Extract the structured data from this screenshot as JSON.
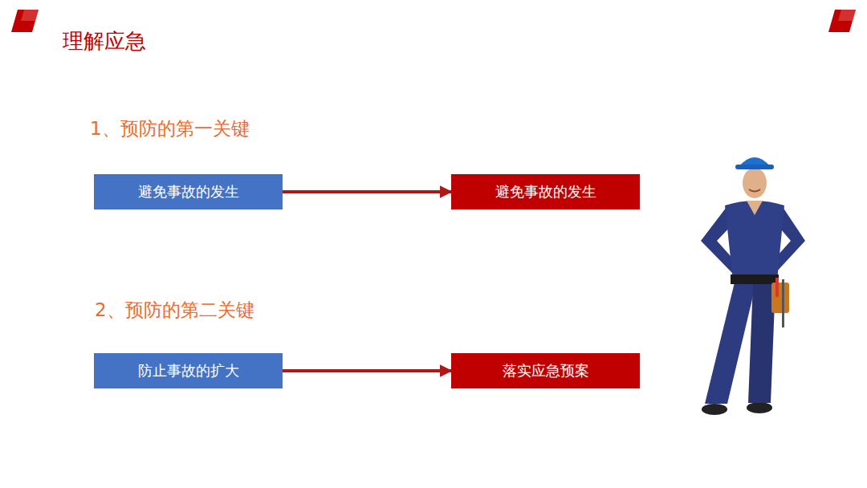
{
  "diagram": {
    "title": "理解应急",
    "nodes": [
      {
        "text": [
          "避免事故的发生"
        ]
      },
      {
        "text": [
          "避免事故的发生"
        ]
      },
      {
        "text": [
          "防止事故的扩大"
        ]
      },
      {
        "text": [
          "落实应急预案"
        ]
      }
    ],
    "edges": [
      {
        "from": 0,
        "to": 1,
        "arrow": "to"
      },
      {
        "from": 2,
        "to": 3,
        "arrow": "to"
      }
    ],
    "labels": [
      "1、预防的第一关键",
      "2、预防的第二关键"
    ]
  }
}
